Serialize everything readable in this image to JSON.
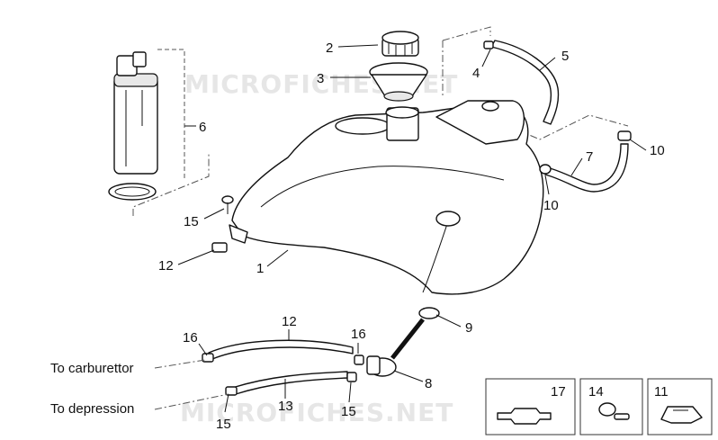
{
  "watermarks": [
    "MICROFICHES.NET",
    "MICROFICHES.NET"
  ],
  "callouts": {
    "n1": "1",
    "n2": "2",
    "n3": "3",
    "n4": "4",
    "n5": "5",
    "n6": "6",
    "n7": "7",
    "n8": "8",
    "n9": "9",
    "n10a": "10",
    "n10b": "10",
    "n11": "11",
    "n12a": "12",
    "n12b": "12",
    "n13": "13",
    "n14": "14",
    "n15a": "15",
    "n15b": "15",
    "n15c": "15",
    "n16a": "16",
    "n16b": "16",
    "n17": "17"
  },
  "labels": {
    "to_carburettor": "To carburettor",
    "to_depression": "To depression"
  }
}
